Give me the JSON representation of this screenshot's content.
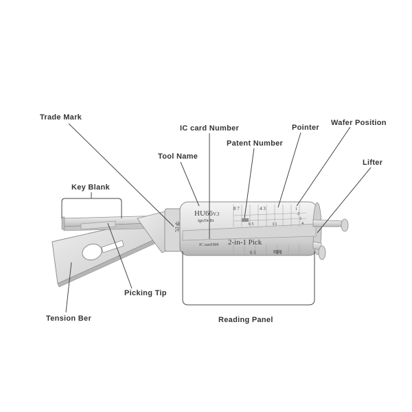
{
  "labels": {
    "trade_mark": "Trade Mark",
    "ic_card_number": "IC card Number",
    "pointer": "Pointer",
    "wafer_position": "Wafer Position",
    "patent_number": "Patent Number",
    "tool_name": "Tool Name",
    "lifter": "Lifter",
    "key_blank": "Key Blank",
    "picking_tip": "Picking Tip",
    "tension_bar": "Tension Ber",
    "reading_panel": "Reading Panel"
  },
  "engraving": {
    "model": "HU66",
    "version": "V.3",
    "subtitle": "Ign/Dr/Bt",
    "product": "2-in-1 Pick",
    "ic_card": "IC card:909",
    "upper_scale": "8 7",
    "upper_scale_mid": "4 3",
    "upper_right_1": "1",
    "upper_right_2": "2",
    "upper_right_3": "3",
    "upper_right_4": "4",
    "patent_digits": "6 5",
    "mid_digits": "3 1",
    "lower_scale": "6 5",
    "lower_scale_right": "2 1",
    "trademark_chars": "李氏"
  },
  "colors": {
    "metal_light": "#e9e9e9",
    "metal_mid": "#cfcfcf",
    "metal_dark": "#9a9a9a",
    "leader_line": "#444444",
    "label_text": "#333333"
  }
}
